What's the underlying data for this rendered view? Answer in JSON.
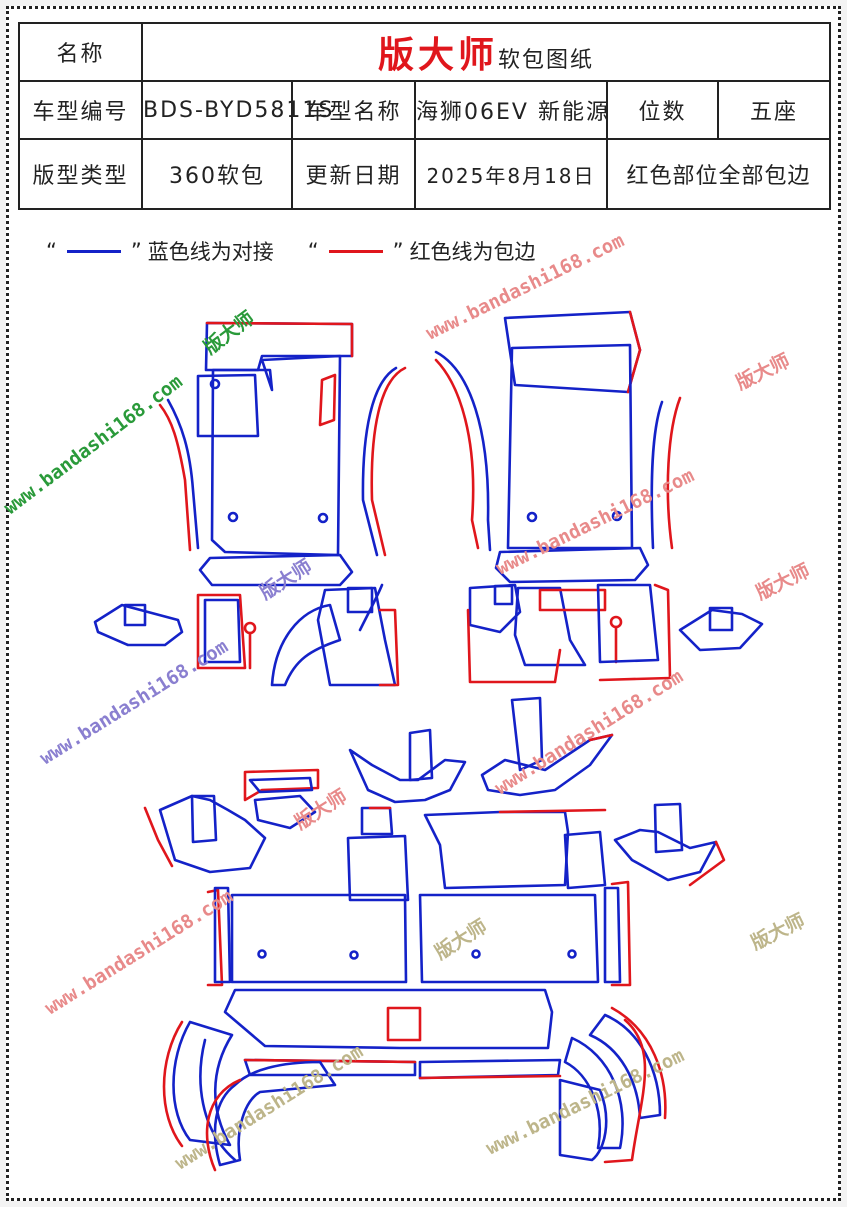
{
  "table": {
    "name_label": "名称",
    "brand": "版大师",
    "title_suffix": "软包图纸",
    "model_code_label": "车型编号",
    "model_code": "BDS-BYD5811S",
    "model_name_label": "车型名称",
    "model_name": "海狮06EV 新能源",
    "seats_label": "位数",
    "seats": "五座",
    "pattern_type_label": "版型类型",
    "pattern_type": "360软包",
    "update_date_label": "更新日期",
    "update_date": "2025年8月18日",
    "note": "红色部位全部包边"
  },
  "legend": {
    "quote_open": "“",
    "quote_close": "”",
    "blue_text": "蓝色线为对接",
    "red_text": "红色线为包边",
    "blue_color": "#1422c8",
    "red_color": "#e0161c"
  },
  "watermark": {
    "url": "www.bandashi168.com",
    "brand": "版大师"
  },
  "colors": {
    "blue": "#1422c8",
    "red": "#e0161c",
    "watermark_pink": "#e88a8a",
    "watermark_purple": "#8a7fd0",
    "watermark_green": "#2a9a3a",
    "watermark_olive": "#bdb58a"
  }
}
